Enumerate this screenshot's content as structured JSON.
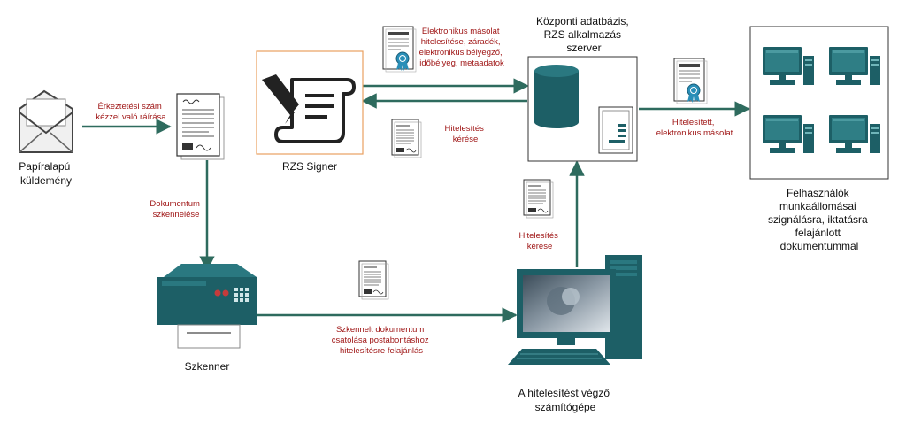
{
  "nodes": {
    "paper_mail": {
      "label_lines": [
        "Papíralapú",
        "küldemény"
      ],
      "icon": "envelope-icon"
    },
    "document": {
      "icon": "document-icon"
    },
    "rzs_signer": {
      "label": "RZS Signer",
      "icon": "signer-quill-icon"
    },
    "central_db": {
      "label_lines": [
        "Központi adatbázis,",
        "RZS alkalmazás",
        "szerver"
      ],
      "icon": "database-server-icon"
    },
    "workstations": {
      "label_lines": [
        "Felhasználók",
        "munkaállomásai",
        "szignálásra, iktatásra",
        "felajánlott",
        "dokumentummal"
      ],
      "icon": "workstation-icon"
    },
    "scanner": {
      "label": "Szkenner",
      "icon": "scanner-icon"
    },
    "auth_computer": {
      "label_lines": [
        "A hitelesítést végző",
        "számítógépe"
      ],
      "icon": "computer-icon"
    }
  },
  "edges": {
    "mail_to_doc": {
      "label_lines": [
        "Érkeztetési szám",
        "kézzel való ráírása"
      ]
    },
    "doc_to_scanner": {
      "label_lines": [
        "Dokumentum",
        "szkennelése"
      ]
    },
    "scanner_to_computer": {
      "label_lines": [
        "Szkennelt dokumentum",
        "csatolása postabontáshoz",
        "hitelesítésre felajánlás"
      ]
    },
    "computer_to_db": {
      "label_lines": [
        "Hitelesítés",
        "kérése"
      ]
    },
    "db_to_signer": {
      "label_lines": [
        "Hitelesítés",
        "kérése"
      ]
    },
    "signer_to_db": {
      "label_lines": [
        "Elektronikus másolat",
        "hitelesítése, záradék,",
        "elektronikus bélyegző,",
        "időbélyeg, metaadatok"
      ]
    },
    "db_to_workstations": {
      "label_lines": [
        "Hitelesített,",
        "elektronikus másolat"
      ]
    }
  },
  "colors": {
    "arrow": "#2e6b5e",
    "accent": "#1d5f66",
    "label_red": "#a01818",
    "label_black": "#111111"
  }
}
